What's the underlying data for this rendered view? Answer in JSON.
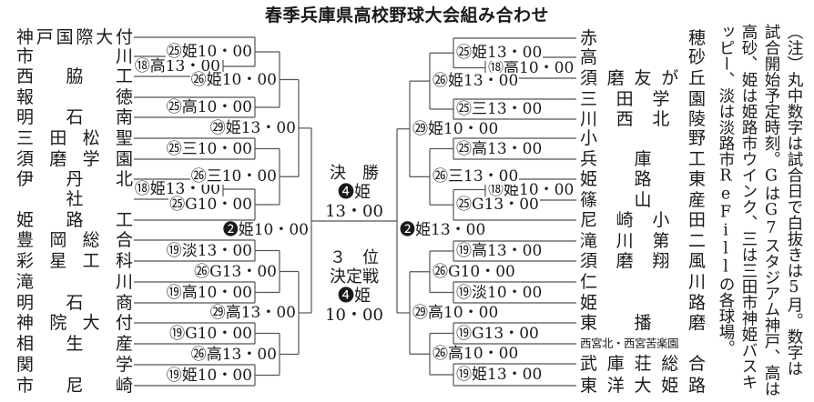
{
  "title": "春季兵庫県高校野球大会組み合わせ",
  "left": {
    "teams": [
      "神戸国際大付",
      "市川",
      "西脇工",
      "報徳",
      "明石南",
      "三田松聖",
      "須磨学園",
      "伊丹北",
      "社",
      "姫路工",
      "豊岡総合",
      "彩星工科",
      "滝川",
      "明石商",
      "神院大付",
      "相生産",
      "関学",
      "市尼崎"
    ],
    "matches": [
      "⑱高13・00",
      "㉕姫10・00",
      "㉕高10・00",
      "㉖姫10・00",
      "㉕三10・00",
      "⑱姫13・00",
      "㉕G10・00",
      "㉖三10・00",
      "㉙姫13・00",
      "⑲淡13・00",
      "⑲高10・00",
      "㉖G13・00",
      "⑲G10・00",
      "⑲姫10・00",
      "㉖高13・00",
      "㉙高13・00"
    ],
    "semifinal": "❷姫10・00"
  },
  "right": {
    "teams": [
      "赤穂",
      "高砂",
      "須磨友が丘",
      "三田学園",
      "川西北陵",
      "小野",
      "兵庫工",
      "姫路東",
      "篠山産",
      "尼崎小田",
      "滝川第二",
      "須磨翔風",
      "仁川",
      "姫路",
      "東播磨",
      "西宮北・西宮苦楽園",
      "武庫荘総合",
      "東洋大姫路"
    ],
    "matches": [
      "⑱高10・00",
      "㉕姫13・00",
      "㉕三13・00",
      "㉖姫13・00",
      "㉕高13・00",
      "⑱姫10・00",
      "㉕G13・00",
      "㉖三13・00",
      "㉙姫10・00",
      "⑲高13・00",
      "⑲淡10・00",
      "㉖G10・00",
      "⑲G13・00",
      "⑲姫13・00",
      "㉖高10・00",
      "㉙高10・00"
    ],
    "semifinal": "❷姫13・00"
  },
  "center": {
    "final_title": "決　勝",
    "final_venue": "❹姫",
    "final_time": "13・00",
    "third_title_1": "３　位",
    "third_title_2": "決定戦",
    "third_venue": "❹姫",
    "third_time": "10・00"
  },
  "note": [
    "（注）丸中数字は試合日で白抜きは5月。数字は",
    "試合開始予定時刻。GはG7スタジアム神戸、高は",
    "高砂、姫は姫路市ウインク、三は三田市神姫バスキ",
    "ッピー、淡は淡路市ReFillの各球場。"
  ],
  "colors": {
    "text": "#1a1a1a",
    "line": "#555555",
    "background": "#ffffff"
  }
}
